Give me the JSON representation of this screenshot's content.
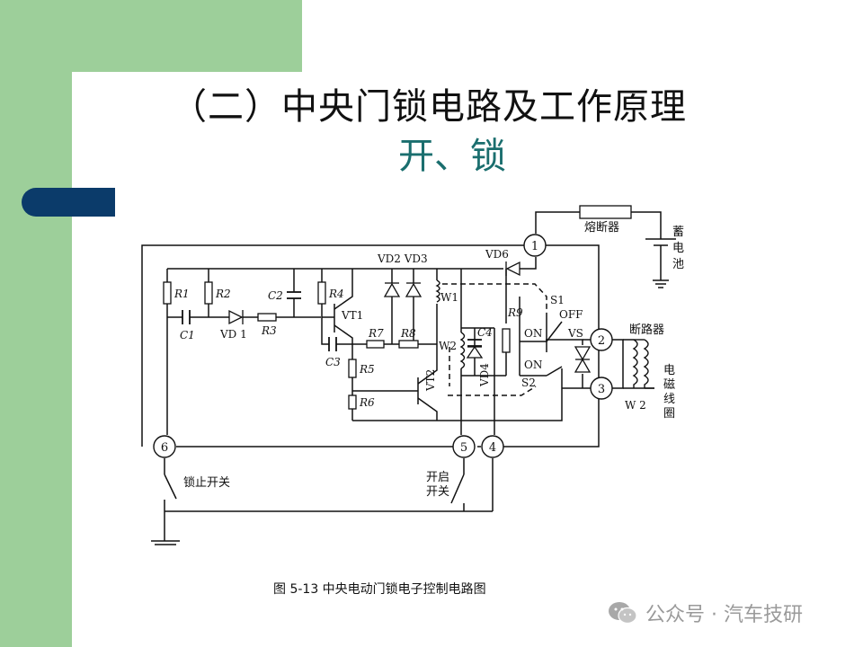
{
  "slide": {
    "title": "（二）中央门锁电路及工作原理",
    "subtitle": "开、锁",
    "caption": "图 5-13    中央电动门锁电子控制电路图",
    "watermark": "公众号 · 汽车技研"
  },
  "colors": {
    "green": "#9dcf9a",
    "navy": "#0b3b6a",
    "subtitle": "#1a6e6e"
  },
  "circuit": {
    "terminals": [
      "1",
      "2",
      "3",
      "4",
      "5",
      "6"
    ],
    "labels": {
      "r1": "R1",
      "r2": "R2",
      "r3": "R3",
      "r4": "R4",
      "r5": "R5",
      "r6": "R6",
      "r7": "R7",
      "r8": "R8",
      "r9": "R9",
      "c1": "C1",
      "c2": "C2",
      "c3": "C3",
      "c4": "C4",
      "vd1": "VD 1",
      "vd2vd3": "VD2 VD3",
      "vd4": "VD4",
      "vd6": "VD6",
      "vt1": "VT1",
      "vt2": "VT2",
      "w1": "W1",
      "w2": "W2",
      "w2b": "W 2",
      "s1": "S1",
      "s2": "S2",
      "off": "OFF",
      "on1": "ON",
      "on2": "ON",
      "vs": "VS",
      "fuse": "熔断器",
      "battery": [
        "蓄",
        "电",
        "池"
      ],
      "breaker": "断路器",
      "coil": [
        "电",
        "磁",
        "线",
        "圈"
      ],
      "lock_switch": "锁止开关",
      "open_switch": [
        "开启",
        "开关"
      ]
    }
  }
}
